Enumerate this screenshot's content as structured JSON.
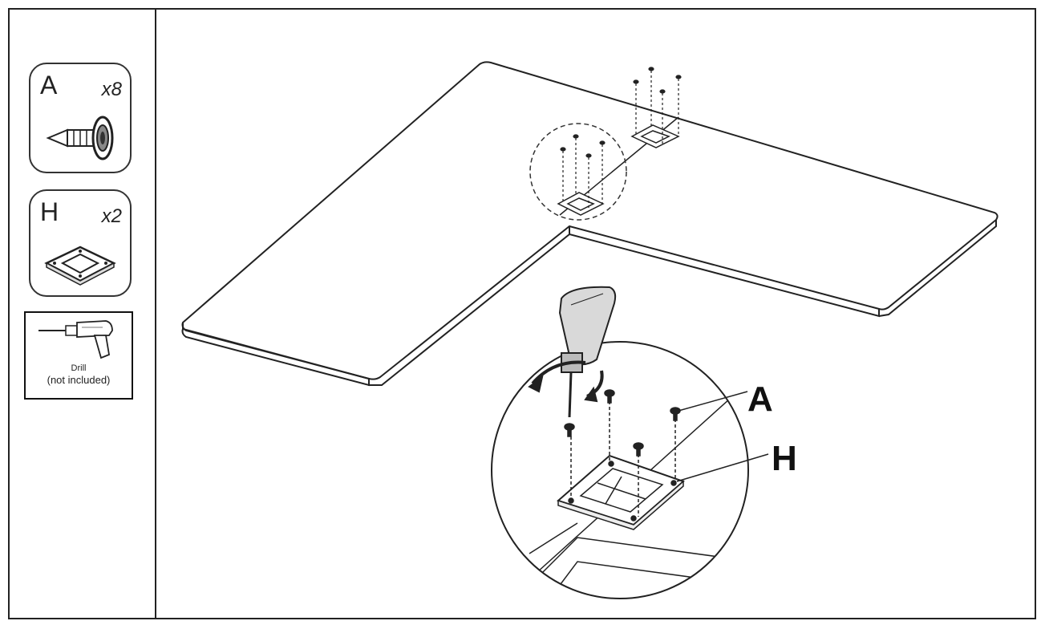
{
  "parts": [
    {
      "letter": "A",
      "quantity": "x8",
      "icon": "screw-icon"
    },
    {
      "letter": "H",
      "quantity": "x2",
      "icon": "mounting-bracket-icon"
    }
  ],
  "tool": {
    "name": "Drill",
    "note": "(not included)",
    "icon": "drill-icon"
  },
  "callouts": {
    "screw": "A",
    "bracket": "H"
  }
}
